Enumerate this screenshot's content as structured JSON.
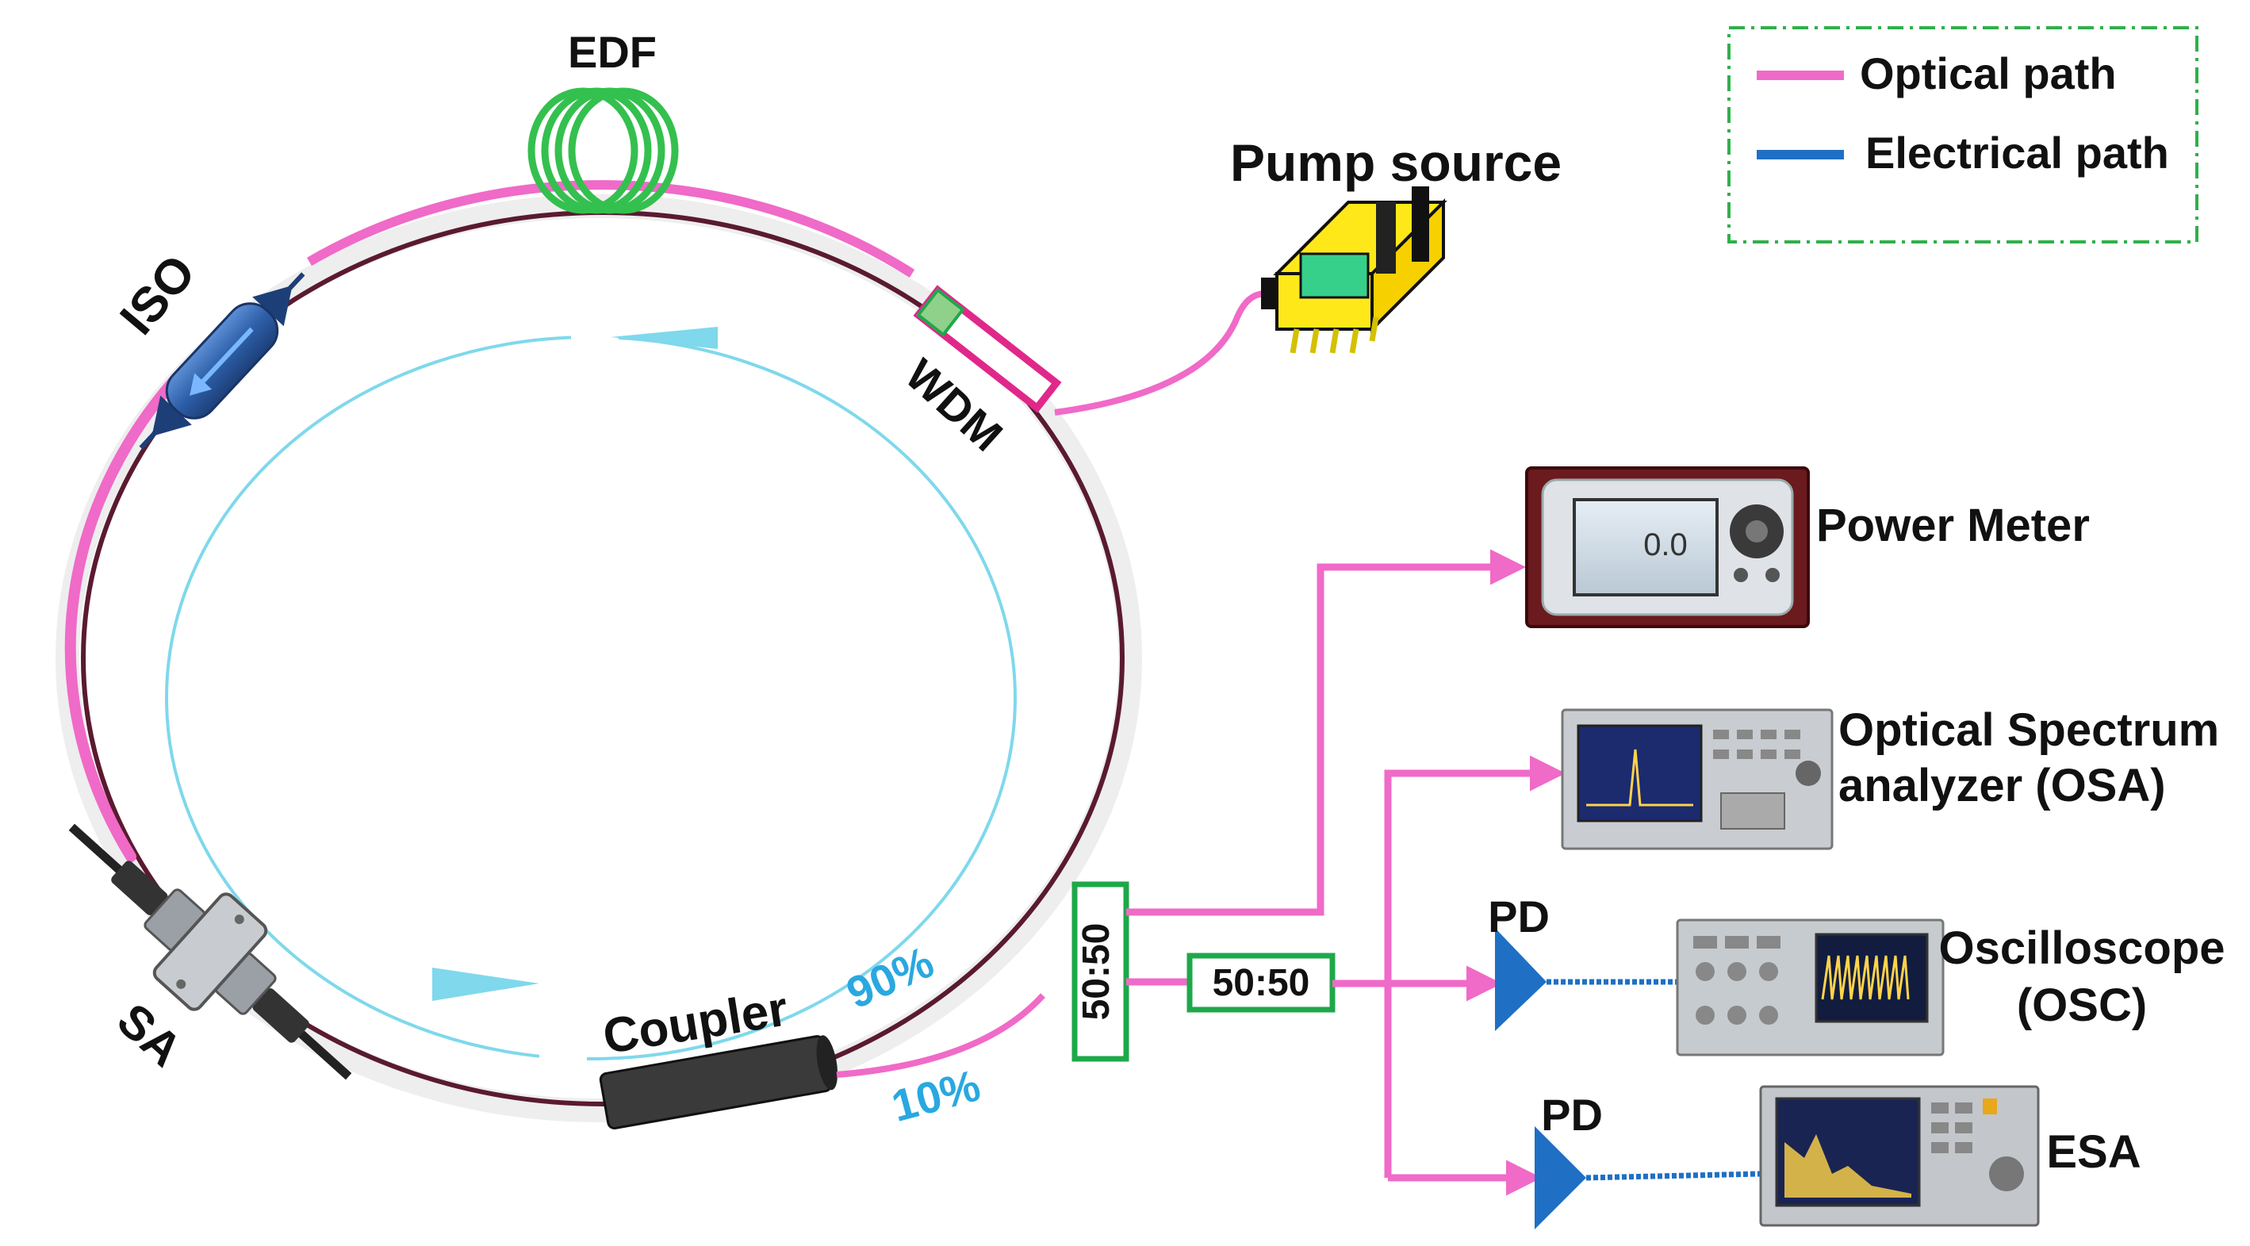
{
  "colors": {
    "optical": "#f06ac8",
    "electrical": "#1f6fc4",
    "flow": "#7fd8ec",
    "coupler_box": "#1ea84a",
    "legend_border": "#2fb04a",
    "edf": "#34c04e",
    "percent_text": "#29a8e0"
  },
  "legend": {
    "optical_label": "Optical path",
    "electrical_label": "Electrical path"
  },
  "labels": {
    "edf": "EDF",
    "pump": "Pump source",
    "iso": "ISO",
    "wdm": "WDM",
    "sa": "SA",
    "coupler": "Coupler",
    "pct90": "90%",
    "pct10": "10%",
    "splitter_vertical": "50:50",
    "splitter_horizontal": "50:50",
    "pd1": "PD",
    "pd2": "PD",
    "power_meter": "Power Meter",
    "osa_line1": "Optical Spectrum",
    "osa_line2": "analyzer (OSA)",
    "osc_line1": "Oscilloscope",
    "osc_line2": "(OSC)",
    "esa": "ESA",
    "meter_display": "0.0"
  },
  "icons": [
    "edf-coil-icon",
    "pump-source-icon",
    "isolator-icon",
    "wdm-icon",
    "saturable-absorber-icon",
    "coupler-icon",
    "photodetector-icon",
    "power-meter-icon",
    "osa-icon",
    "oscilloscope-icon",
    "esa-icon"
  ]
}
